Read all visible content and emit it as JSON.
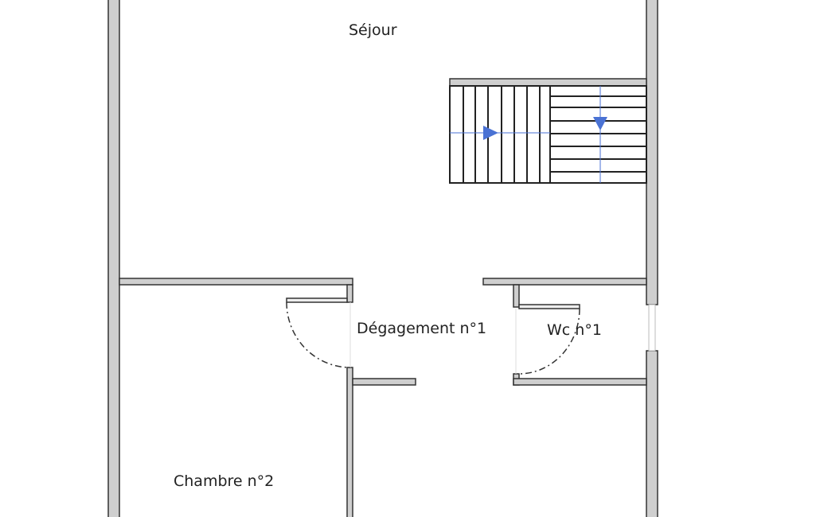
{
  "plan": {
    "rooms": [
      {
        "id": "sejour",
        "label": "Séjour"
      },
      {
        "id": "degagement",
        "label": "Dégagement n°1"
      },
      {
        "id": "wc",
        "label": "Wc n°1"
      },
      {
        "id": "chambre2",
        "label": "Chambre n°2"
      }
    ],
    "colors": {
      "wall_fill": "#cfcfcf",
      "wall_stroke": "#333333",
      "stair_arrow": "#4a72d4"
    },
    "stairs": {
      "direction_icons": [
        "arrow-right-icon",
        "arrow-down-icon"
      ]
    }
  }
}
